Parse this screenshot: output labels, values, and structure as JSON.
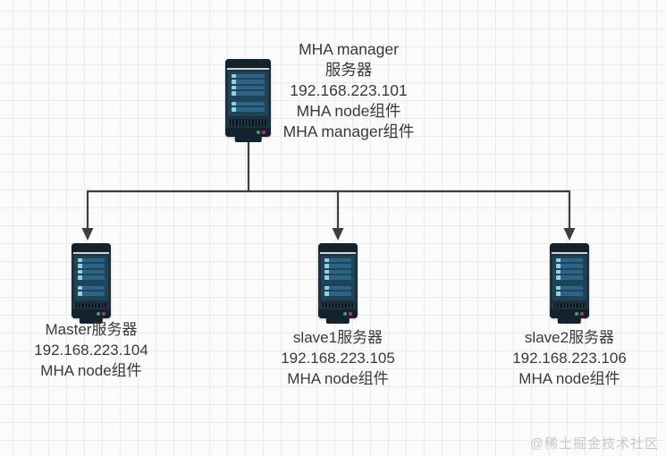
{
  "diagram": {
    "title_implicit": "MHA architecture diagram",
    "nodes": {
      "manager": {
        "id": "mha-manager",
        "lines": [
          "MHA manager",
          "服务器",
          "192.168.223.101",
          "MHA node组件",
          "MHA manager组件"
        ]
      },
      "master": {
        "id": "master",
        "lines": [
          "Master服务器",
          "192.168.223.104",
          "MHA node组件"
        ]
      },
      "slave1": {
        "id": "slave1",
        "lines": [
          "slave1服务器",
          "192.168.223.105",
          "MHA node组件"
        ]
      },
      "slave2": {
        "id": "slave2",
        "lines": [
          "slave2服务器",
          "192.168.223.106",
          "MHA node组件"
        ]
      }
    },
    "edges": [
      {
        "from": "mha-manager",
        "to": "master",
        "arrow": "to"
      },
      {
        "from": "mha-manager",
        "to": "slave1",
        "arrow": "to"
      },
      {
        "from": "mha-manager",
        "to": "slave2",
        "arrow": "to"
      }
    ]
  },
  "watermark": "@稀土掘金技术社区",
  "icons": {
    "server": "server-tower-icon"
  },
  "colors": {
    "bg": "#fbfbfb",
    "grid": "#ebebeb",
    "line": "#3a3f44",
    "text": "#3a3a3a",
    "watermark": "#c8c8c8",
    "icon_shell": "#1b3140",
    "icon_band": "#14222c",
    "icon_sep": "#ccd4d8",
    "icon_panel": "#204355",
    "icon_bar": "#2b6486",
    "icon_bar_cap": "#8fd3e2",
    "vent": "#0b1117",
    "vent_stripe": "#26414f",
    "led_green": "#35a06e",
    "led_red": "#b8345c",
    "icon_base": "#122230"
  }
}
